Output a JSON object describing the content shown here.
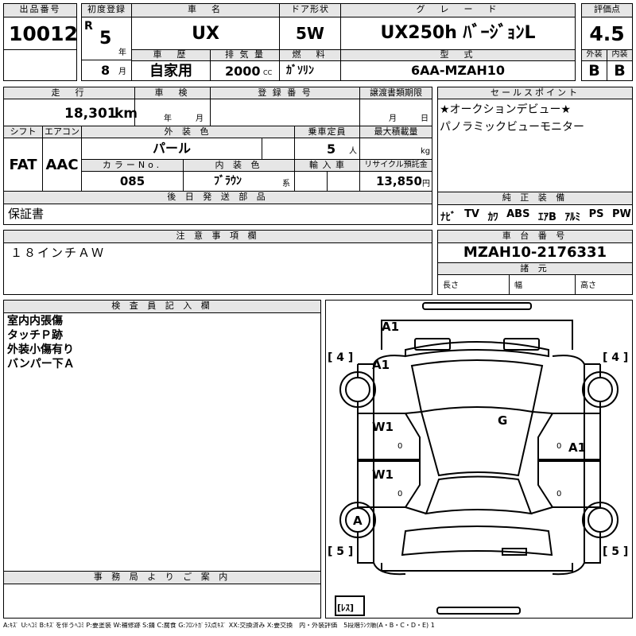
{
  "header": {
    "lot_no_label": "出品番号",
    "lot_no": "10012",
    "first_reg_label": "初度登録",
    "era": "R",
    "reg_year": "5",
    "year_unit": "年",
    "reg_month": "8",
    "month_unit": "月",
    "car_name_label": "車　名",
    "car_name": "UX",
    "door_label": "ドア形状",
    "door": "5W",
    "grade_label": "グ　レ　ー　ド",
    "grade": "UX250h ﾊﾞｰｼﾞｮﾝL",
    "score_label": "評価点",
    "score": "4.5",
    "history_label": "車　歴",
    "history": "自家用",
    "displacement_label": "排 気 量",
    "displacement": "2000",
    "displacement_unit": "CC",
    "fuel_label": "燃　料",
    "fuel": "ｶﾞｿﾘﾝ",
    "model_label": "型　式",
    "model": "6AA-MZAH10",
    "exterior_label": "外装",
    "exterior_grade": "B",
    "interior_label": "内装",
    "interior_grade": "B"
  },
  "row2": {
    "mileage_label": "走　行",
    "mileage": "18,301",
    "mileage_unit": "km",
    "inspection_label": "車　検",
    "insp_year_unit": "年",
    "insp_month_unit": "月",
    "plate_label": "登 録 番 号",
    "transfer_label": "譲渡書類期限",
    "transfer_month_unit": "月",
    "transfer_day_unit": "日",
    "shift_label": "シフト",
    "shift": "FAT",
    "ac_label": "エアコン",
    "ac": "AAC",
    "color_label": "外 装 色",
    "color": "パール",
    "capacity_label": "乗車定員",
    "capacity": "5",
    "capacity_unit": "人",
    "load_label": "最大積載量",
    "load_unit": "kg",
    "color_no_label": "カラーNo.",
    "color_no": "085",
    "int_color_label": "内 装 色",
    "int_color": "ﾌﾞﾗｳﾝ",
    "int_color_suffix": "系",
    "import_label": "輸 入 車",
    "recycle_label": "リサイクル預託金",
    "recycle": "13,850",
    "recycle_unit": "円",
    "later_label": "後 日 発 送 部 品",
    "later_items": "保証書"
  },
  "sales": {
    "label": "セールスポイント",
    "lines": [
      "★オークションデビュー★",
      "パノラミックビューモニター"
    ]
  },
  "equipment": {
    "label": "純 正 装 備",
    "items": [
      "ﾅﾋﾞ",
      "TV",
      "ｶﾜ",
      "ABS",
      "ｴｱB",
      "ｱﾙﾐ",
      "PS",
      "PW"
    ]
  },
  "notes": {
    "label": "注 意 事 項 欄",
    "text": "１８インチＡＷ"
  },
  "chassis": {
    "label": "車 台 番 号",
    "number": "MZAH10-2176331",
    "dims_label": "諸 元",
    "length_label": "長さ",
    "width_label": "幅",
    "height_label": "高さ"
  },
  "inspector": {
    "label": "検 査 員 記 入 欄",
    "lines": [
      "室内内張傷",
      "タッチＰ跡",
      "外装小傷有り",
      "バンパー下Ａ"
    ]
  },
  "office": {
    "label": "事 務 局 よ り ご 案 内"
  },
  "diagram": {
    "marks": [
      "A1",
      "A1",
      "W1",
      "W1",
      "G",
      "A1",
      "A"
    ],
    "zero_marks": [
      "0",
      "0",
      "0",
      "0"
    ],
    "tire_top_left": "[ 4 ]",
    "tire_top_right": "[ 4 ]",
    "tire_bottom_left": "[ 5 ]",
    "tire_bottom_right": "[ 5 ]",
    "spare": "[ﾚｽ]"
  },
  "legend": "A:ｷｽﾞ U:ﾍｺﾐ B:ｷｽﾞを伴うﾍｺﾐ P:要塗装 W:補修跡 S:錆 C:腐食 G:ﾌﾛﾝﾄｶﾞﾗｽ点ｷｽﾞ XX:交換済み X:要交換　内・外装評価　5段階ﾗﾝｸ順(A・B・C・D・E) 1"
}
